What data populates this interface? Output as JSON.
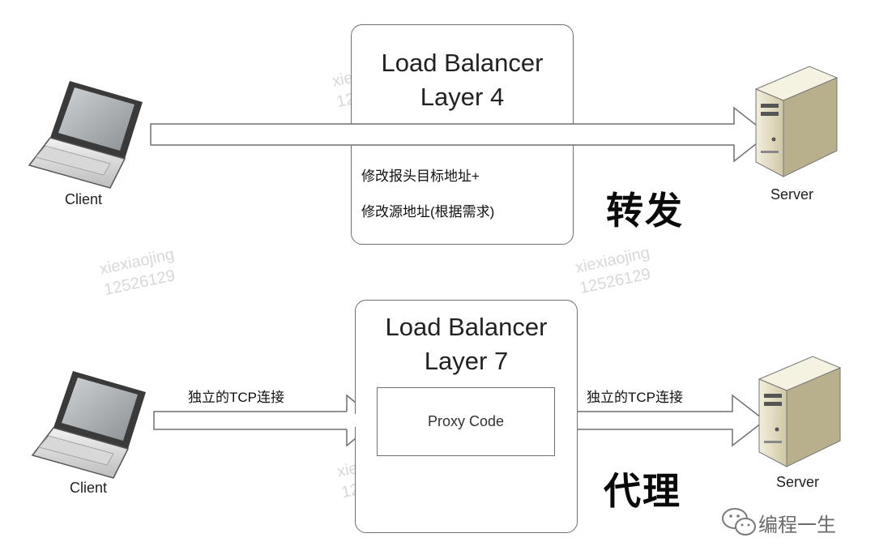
{
  "top": {
    "lb_title_line1": "Load Balancer",
    "lb_title_line2": "Layer 4",
    "note_line1": "修改报头目标地址+",
    "note_line2": "修改源地址(根据需求)",
    "big_label": "转发",
    "client_label": "Client",
    "server_label": "Server"
  },
  "bottom": {
    "lb_title_line1": "Load Balancer",
    "lb_title_line2": "Layer 7",
    "proxy_label": "Proxy Code",
    "left_conn_label": "独立的TCP连接",
    "right_conn_label": "独立的TCP连接",
    "big_label": "代理",
    "client_label": "Client",
    "server_label": "Server"
  },
  "watermark": {
    "line1": "xiexiaojing",
    "line2": "12526129"
  },
  "brand": {
    "name": "编程一生",
    "icon": "wechat-icon"
  },
  "colors": {
    "border": "#6f6f6f",
    "watermark": "#d8d8d8",
    "server_body": "#e8e2c4"
  }
}
